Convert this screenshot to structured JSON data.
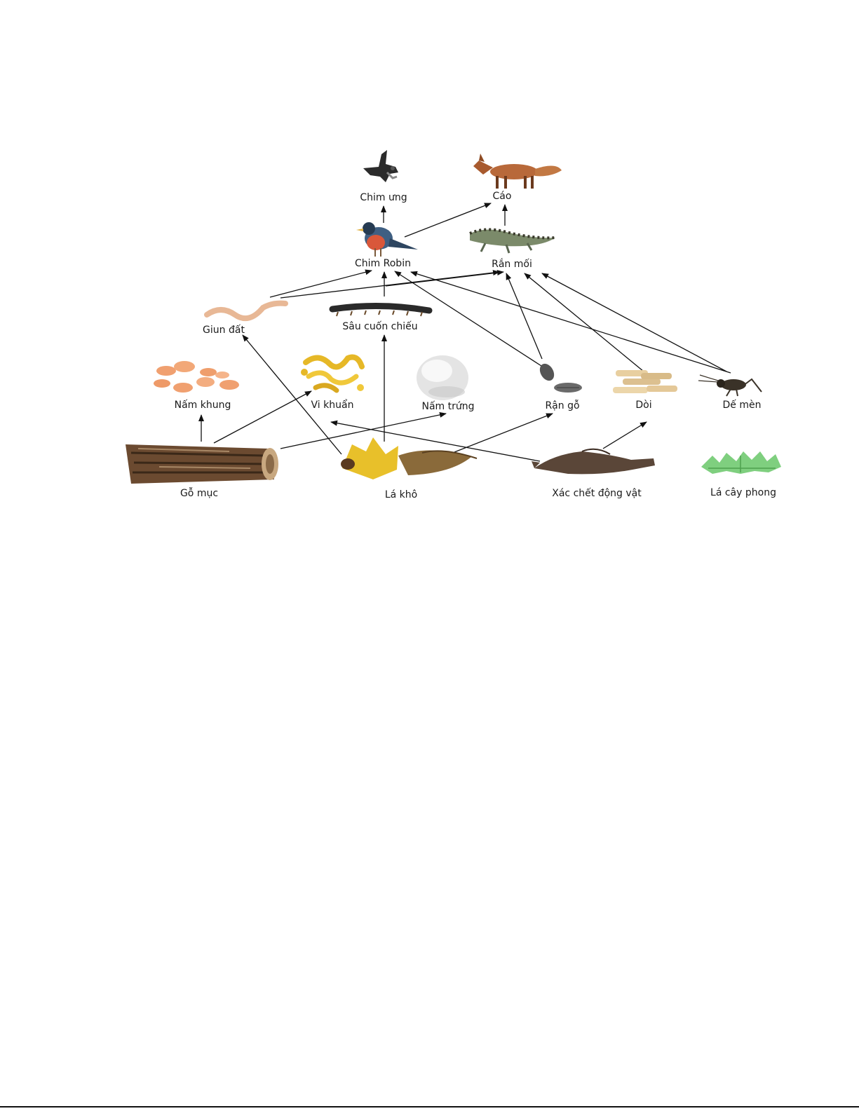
{
  "nodes": [
    {
      "id": "chim_ung",
      "label": "Chim ưng",
      "icon": "hawk-icon"
    },
    {
      "id": "cao",
      "label": "Cáo",
      "icon": "fox-icon"
    },
    {
      "id": "chim_robin",
      "label": "Chim Robin",
      "icon": "robin-icon"
    },
    {
      "id": "ran_moi",
      "label": "Rắn mối",
      "icon": "lizard-icon"
    },
    {
      "id": "giun_dat",
      "label": "Giun đất",
      "icon": "earthworm-icon"
    },
    {
      "id": "sau_cuon_chieu",
      "label": "Sâu cuốn chiếu",
      "icon": "millipede-icon"
    },
    {
      "id": "nam_khung",
      "label": "Nấm khung",
      "icon": "bracket-fungus-icon"
    },
    {
      "id": "vi_khuan",
      "label": "Vi khuẩn",
      "icon": "bacteria-icon"
    },
    {
      "id": "nam_trung",
      "label": "Nấm trứng",
      "icon": "puffball-icon"
    },
    {
      "id": "ran_go",
      "label": "Rận gỗ",
      "icon": "woodlouse-icon"
    },
    {
      "id": "doi",
      "label": "Dòi",
      "icon": "maggot-icon"
    },
    {
      "id": "de_men",
      "label": "Dế mèn",
      "icon": "cricket-icon"
    },
    {
      "id": "go_muc",
      "label": "Gỗ mục",
      "icon": "rotten-log-icon"
    },
    {
      "id": "la_kho",
      "label": "Lá khô",
      "icon": "dry-leaves-icon"
    },
    {
      "id": "xac_chet",
      "label": "Xác chết động vật",
      "icon": "animal-carcass-icon"
    },
    {
      "id": "la_cay_phong",
      "label": "Lá cây phong",
      "icon": "maple-leaf-icon"
    }
  ],
  "edges": [
    {
      "from": "chim_robin",
      "to": "chim_ung"
    },
    {
      "from": "chim_robin",
      "to": "cao"
    },
    {
      "from": "ran_moi",
      "to": "cao"
    },
    {
      "from": "giun_dat",
      "to": "chim_robin"
    },
    {
      "from": "giun_dat",
      "to": "ran_moi"
    },
    {
      "from": "sau_cuon_chieu",
      "to": "chim_robin"
    },
    {
      "from": "sau_cuon_chieu",
      "to": "ran_moi"
    },
    {
      "from": "ran_go",
      "to": "chim_robin"
    },
    {
      "from": "ran_go",
      "to": "ran_moi"
    },
    {
      "from": "doi",
      "to": "ran_moi"
    },
    {
      "from": "de_men",
      "to": "chim_robin"
    },
    {
      "from": "de_men",
      "to": "ran_moi"
    },
    {
      "from": "go_muc",
      "to": "nam_khung"
    },
    {
      "from": "go_muc",
      "to": "vi_khuan"
    },
    {
      "from": "go_muc",
      "to": "nam_trung"
    },
    {
      "from": "la_kho",
      "to": "giun_dat"
    },
    {
      "from": "la_kho",
      "to": "sau_cuon_chieu"
    },
    {
      "from": "la_kho",
      "to": "ran_go"
    },
    {
      "from": "xac_chet",
      "to": "doi"
    },
    {
      "from": "xac_chet",
      "to": "vi_khuan"
    },
    {
      "from": "la_cay_phong",
      "to": "de_men"
    }
  ]
}
